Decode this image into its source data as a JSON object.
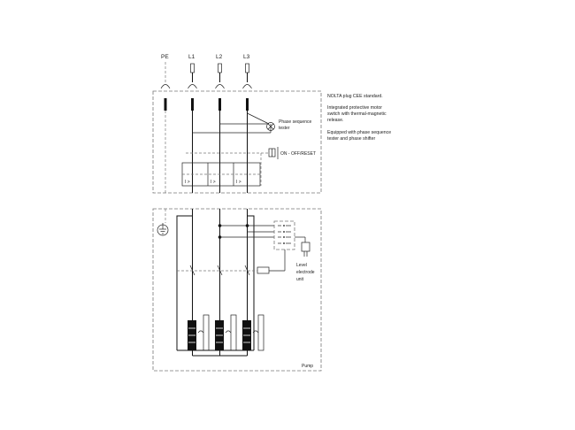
{
  "terminals": [
    "PE",
    "L1",
    "L2",
    "L3"
  ],
  "notes": [
    "NOLTA plug CEE standard.",
    "Integrated protective motor",
    "switch with thermal-magnetic",
    "release.",
    "Equipped with phase sequence",
    "tester and phase shifter"
  ],
  "labels": {
    "phase_tester_1": "Phase sequence",
    "phase_tester_2": "tester",
    "on_off_reset": "ON - OFF/RESET",
    "level_1": "Level",
    "level_2": "electrode",
    "level_3": "unit",
    "pump": "Pump",
    "overload_1": "I >",
    "overload_2": "I >",
    "overload_3": "I >"
  },
  "colors": {
    "line": "#111111",
    "dashed": "#777777",
    "text": "#222222"
  }
}
